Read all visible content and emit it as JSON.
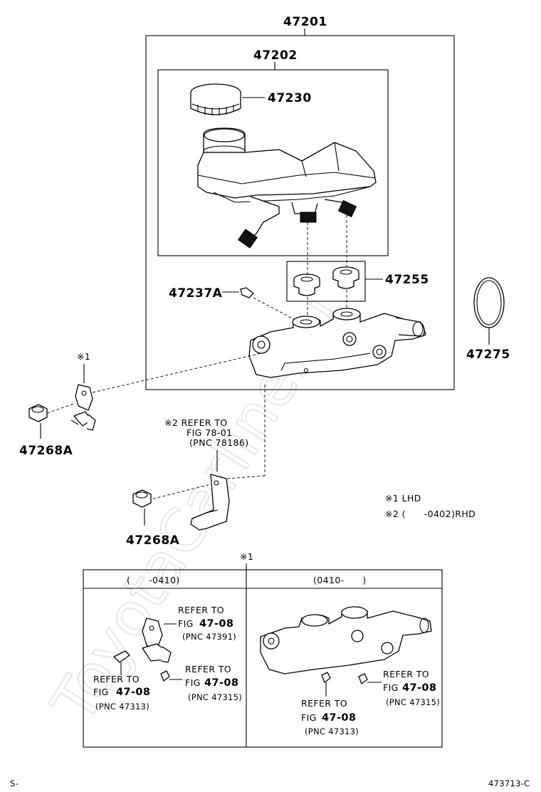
{
  "parts": {
    "p47201": "47201",
    "p47202": "47202",
    "p47230": "47230",
    "p47255": "47255",
    "p47237a": "47237A",
    "p47275": "47275",
    "p47268a_left": "47268A",
    "p47268a_bottom": "47268A"
  },
  "notes": {
    "mark1_upper": "※1",
    "refer2_line1": "※2 REFER TO",
    "refer2_line2": "FIG 78-01",
    "refer2_line3": "(PNC 78186)",
    "legend_line1": "※1 LHD",
    "legend_line2": "※2 (　　-0402)RHD",
    "mark1_table": "※1"
  },
  "table": {
    "col_left_header": "(　　-0410)",
    "col_right_header": "(0410-　　)",
    "left": {
      "ref_a_line1": "REFER TO",
      "ref_a_fig": "FIG",
      "ref_a_num": "47-08",
      "ref_a_pnc": "(PNC 47391)",
      "ref_b_line1": "REFER TO",
      "ref_b_fig": "FIG",
      "ref_b_num": "47-08",
      "ref_b_pnc": "(PNC 47313)",
      "ref_c_line1": "REFER TO",
      "ref_c_fig": "FIG",
      "ref_c_num": "47-08",
      "ref_c_pnc": "(PNC 47315)"
    },
    "right": {
      "ref_a_line1": "REFER TO",
      "ref_a_fig": "FIG",
      "ref_a_num": "47-08",
      "ref_a_pnc": "(PNC 47313)",
      "ref_b_line1": "REFER TO",
      "ref_b_fig": "FIG",
      "ref_b_num": "47-08",
      "ref_b_pnc": "(PNC 47315)"
    }
  },
  "footer": {
    "left": "S-",
    "right": "473713-C"
  },
  "watermark": "ToyotaCarline.ru"
}
